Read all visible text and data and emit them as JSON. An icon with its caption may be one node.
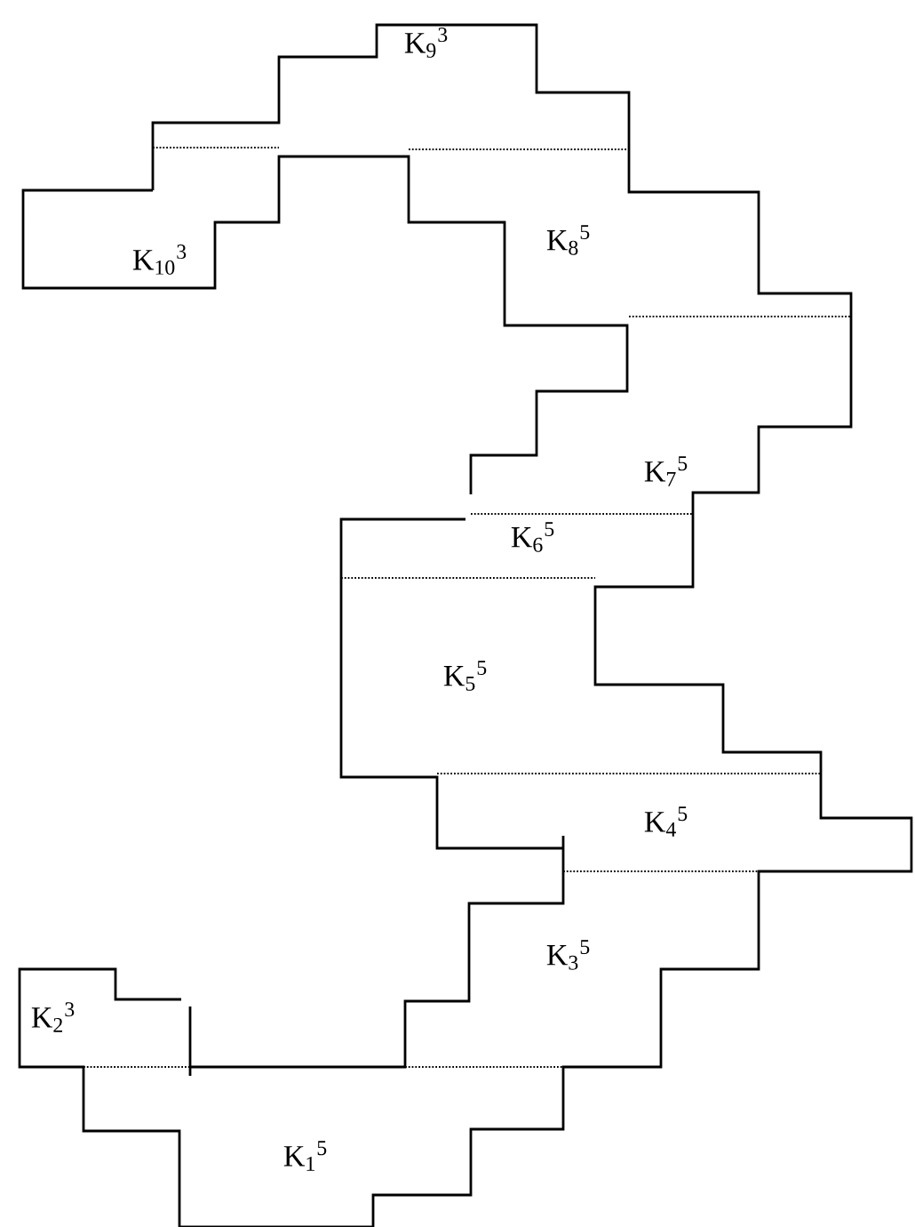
{
  "diagram": {
    "labels": [
      "K$_{9}$$^{3}$",
      "K$_{10}$$^{3}$",
      "K$_{8}$$^{5}$",
      "K$_{7}$$^{5}$",
      "K$_{6}$$^{5}$",
      "K$_{5}$$^{5}$",
      "K$_{4}$$^{5}$",
      "K$_{3}$$^{5}$",
      "K$_{2}$$^{3}$",
      "K$_{1}$$^{5}$"
    ]
  }
}
